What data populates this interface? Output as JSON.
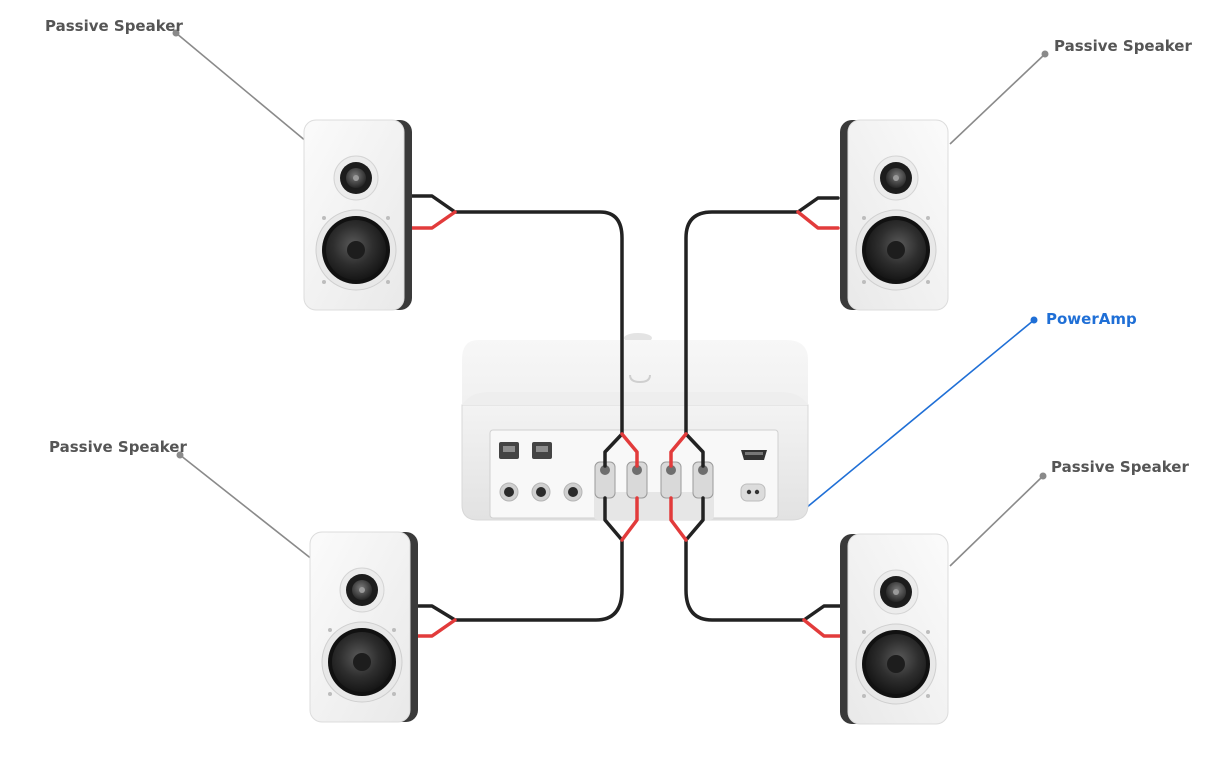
{
  "labels": {
    "top_left": "Passive Speaker",
    "top_right": "Passive Speaker",
    "bottom_left": "Passive Speaker",
    "bottom_right": "Passive Speaker",
    "amp": "PowerAmp"
  },
  "colors": {
    "label_text": "#555555",
    "accent": "#1f6fd6",
    "leader_line": "#8a8a8a",
    "cable_black": "#222222",
    "cable_red": "#e23b3b",
    "speaker_body": "#f4f4f4",
    "speaker_side": "#3a3a3a",
    "amp_body": "#f2f2f2"
  },
  "icons": [
    "speaker-icon",
    "amplifier-icon",
    "rj45-port-icon",
    "rca-jack-icon",
    "hdmi-port-icon",
    "power-socket-icon"
  ]
}
